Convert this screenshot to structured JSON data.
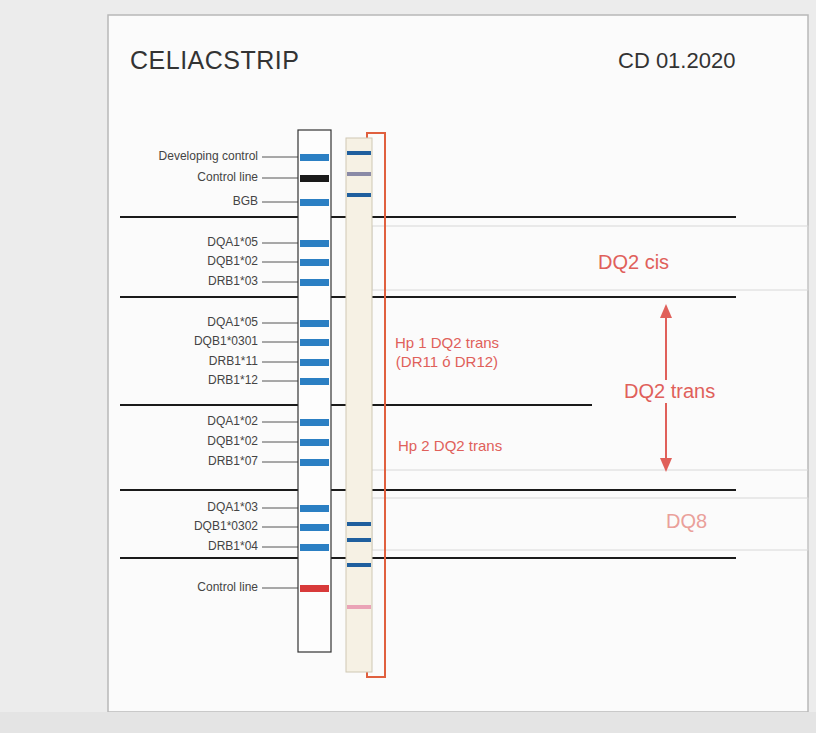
{
  "diagram": {
    "title": "CELIACSTRIP",
    "labels": [
      "CD 01.2020",
      "Developing control",
      "Control line",
      "BGB",
      "DQA1*05",
      "DQB1*02",
      "DRB1*03",
      "DQA1*05",
      "DQB1*0301",
      "DRB1*11",
      "DRB1*12",
      "DQA1*02",
      "DQB1*02",
      "DRB1*07",
      "DQA1*03",
      "DQB1*0302",
      "DRB1*04",
      "Control line",
      "DQ2 cis",
      "Hp 1 DQ2 trans (DR11 ó DR12)",
      "DQ2 trans",
      "Hp 2 DQ2 trans",
      "DQ8"
    ]
  }
}
